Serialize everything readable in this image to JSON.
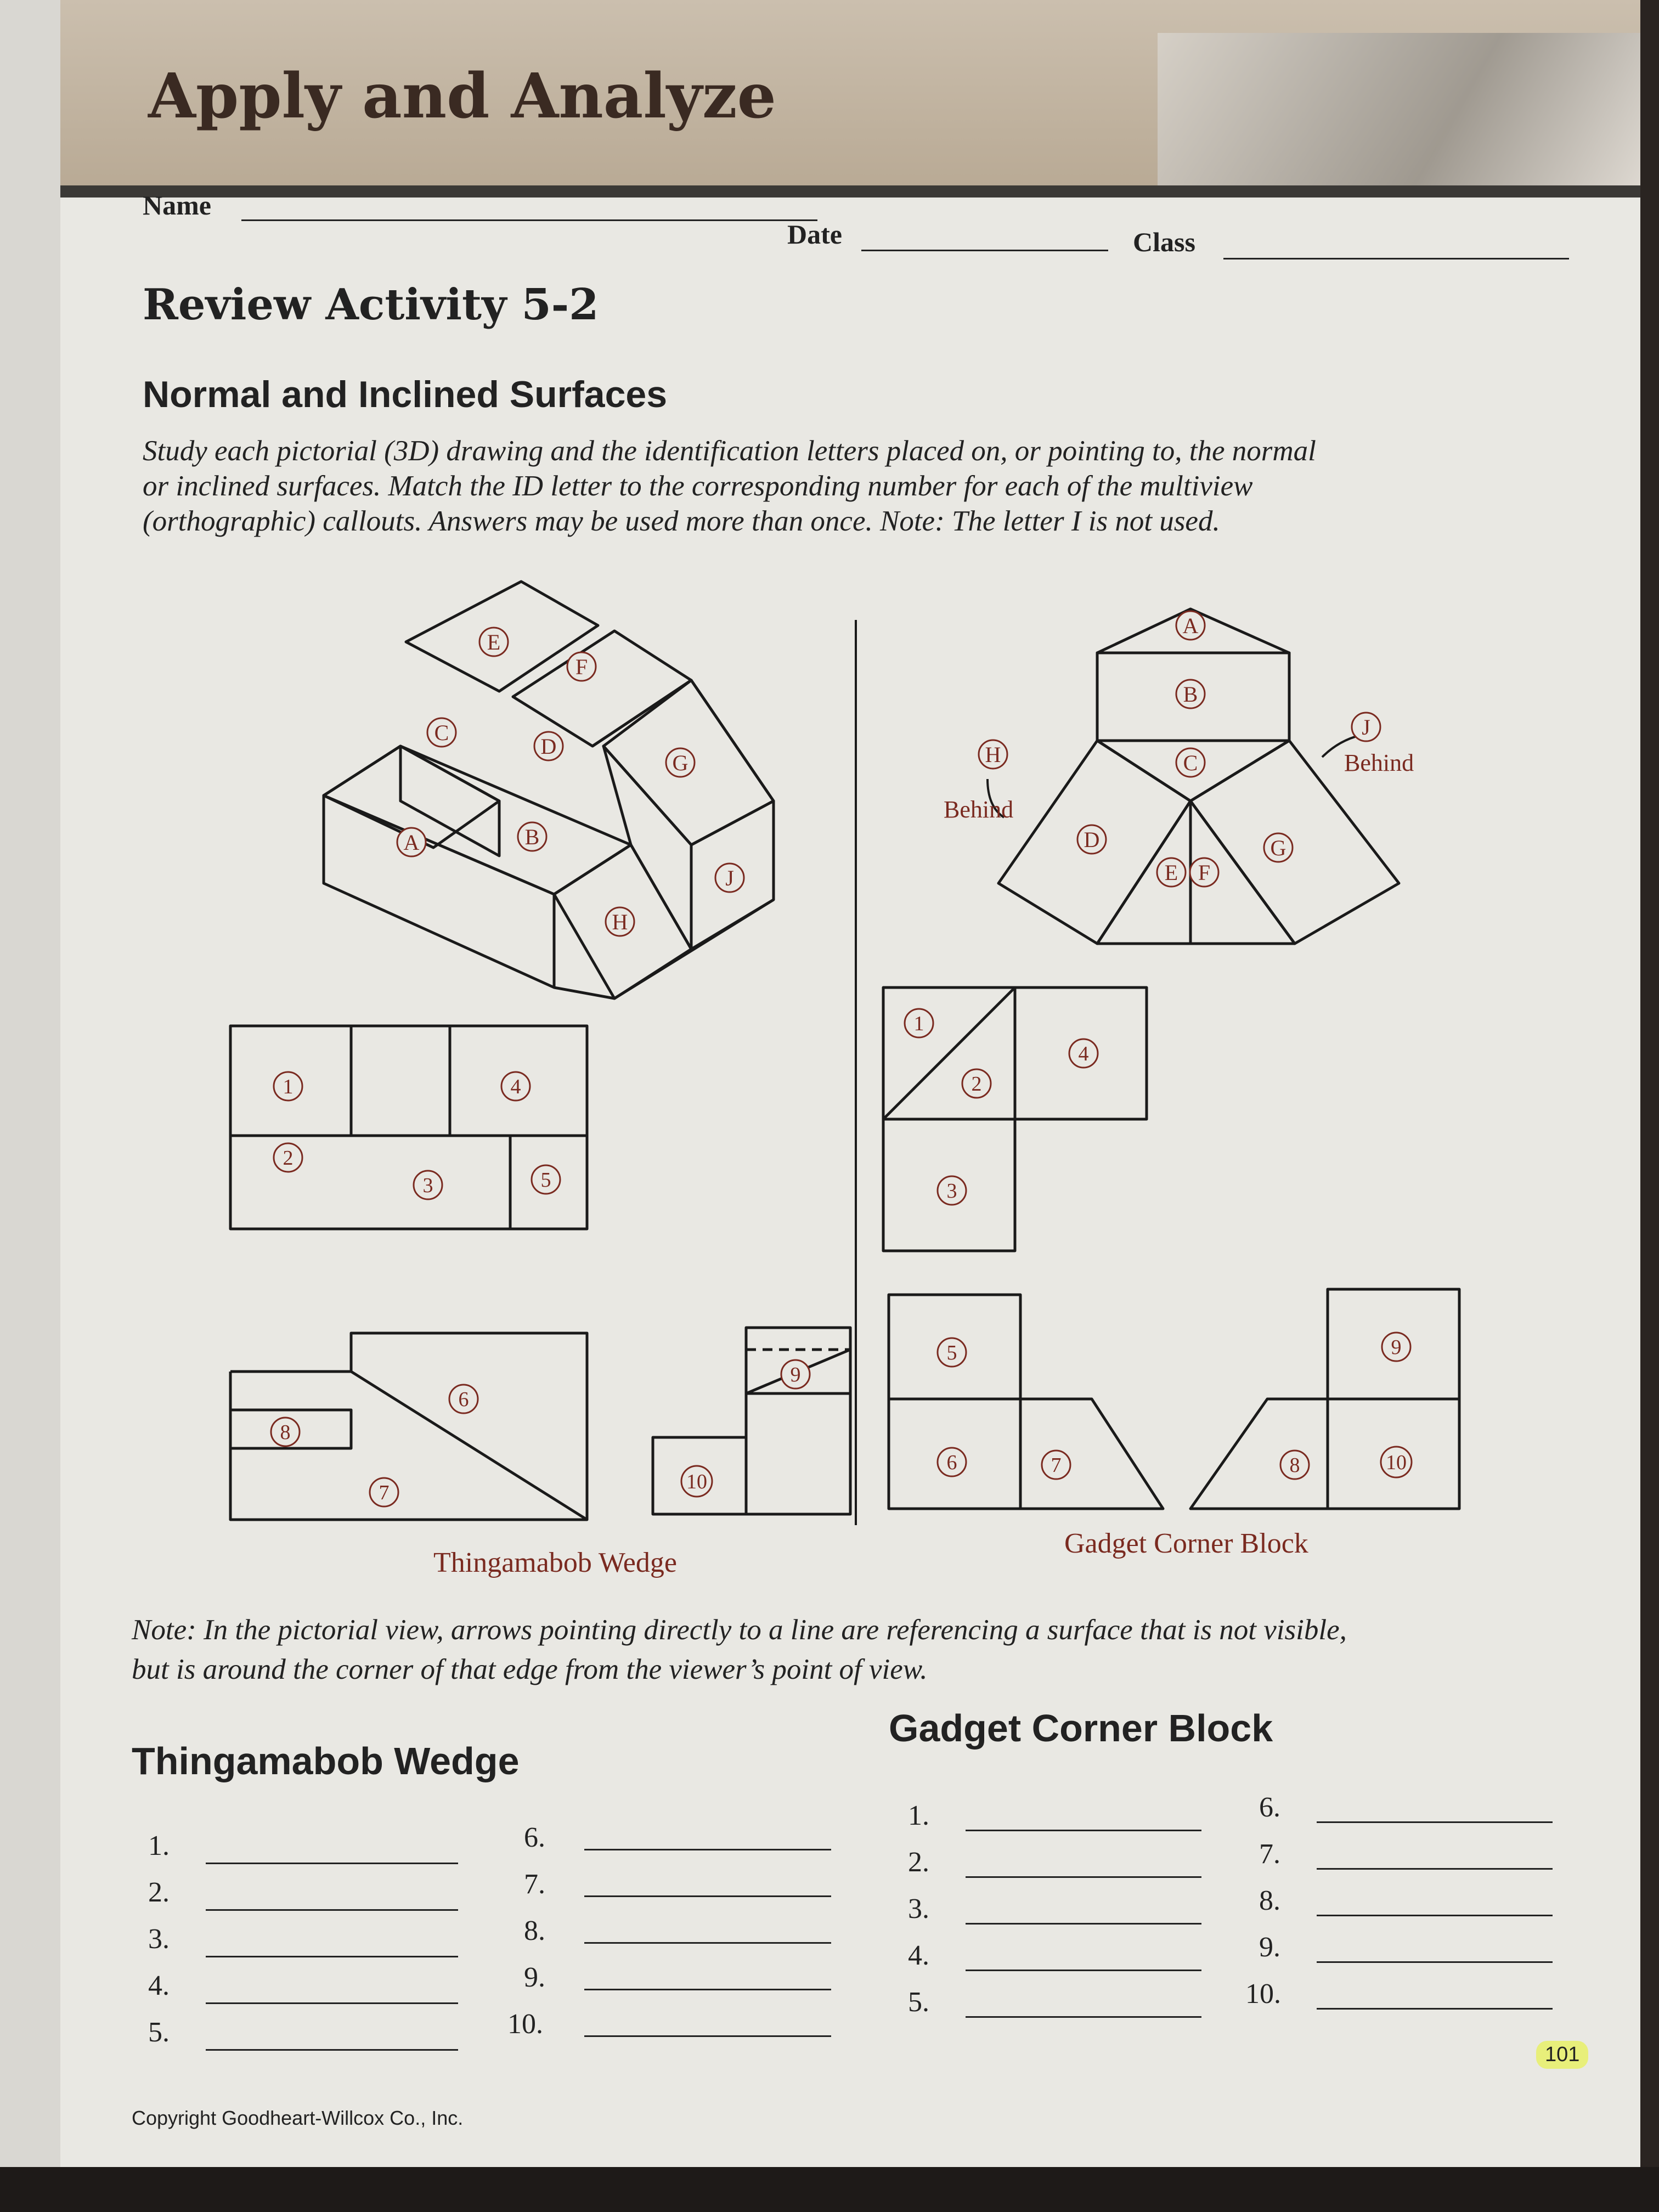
{
  "header": {
    "title": "Apply and Analyze",
    "name_label": "Name",
    "date_label": "Date",
    "class_label": "Class"
  },
  "activity": {
    "title": "Review Activity 5-2",
    "subtitle": "Normal and Inclined Surfaces",
    "instructions_line1": "Study each pictorial (3D) drawing and the identification letters placed on, or pointing to, the normal",
    "instructions_line2": "or inclined surfaces. Match the ID letter to the corresponding number for each of the multiview",
    "instructions_line3": "(orthographic) callouts. Answers may be used more than once. Note: The letter I is not used."
  },
  "figures": {
    "wedge_caption": "Thingamabob Wedge",
    "block_caption": "Gadget Corner Block",
    "behind_label": "Behind",
    "wedge_letters": [
      "E",
      "F",
      "C",
      "D",
      "G",
      "A",
      "B",
      "J",
      "H"
    ],
    "block_letters": [
      "A",
      "B",
      "C",
      "D",
      "E",
      "F",
      "G",
      "H",
      "J"
    ],
    "wedge_numbers": [
      "1",
      "2",
      "3",
      "4",
      "5",
      "6",
      "7",
      "8",
      "9",
      "10"
    ],
    "block_numbers": [
      "1",
      "2",
      "3",
      "4",
      "5",
      "6",
      "7",
      "8",
      "9",
      "10"
    ]
  },
  "note": {
    "line1": "Note: In the pictorial view, arrows pointing directly to a line are referencing a surface that is not visible,",
    "line2": "but is around the corner of that edge from the viewer’s point of view."
  },
  "answers": {
    "wedge_heading": "Thingamabob Wedge",
    "block_heading": "Gadget Corner Block",
    "numbers": [
      "1.",
      "2.",
      "3.",
      "4.",
      "5.",
      "6.",
      "7.",
      "8.",
      "9.",
      "10."
    ]
  },
  "footer": {
    "copyright": "Copyright Goodheart-Willcox Co., Inc.",
    "page_number": "101"
  }
}
